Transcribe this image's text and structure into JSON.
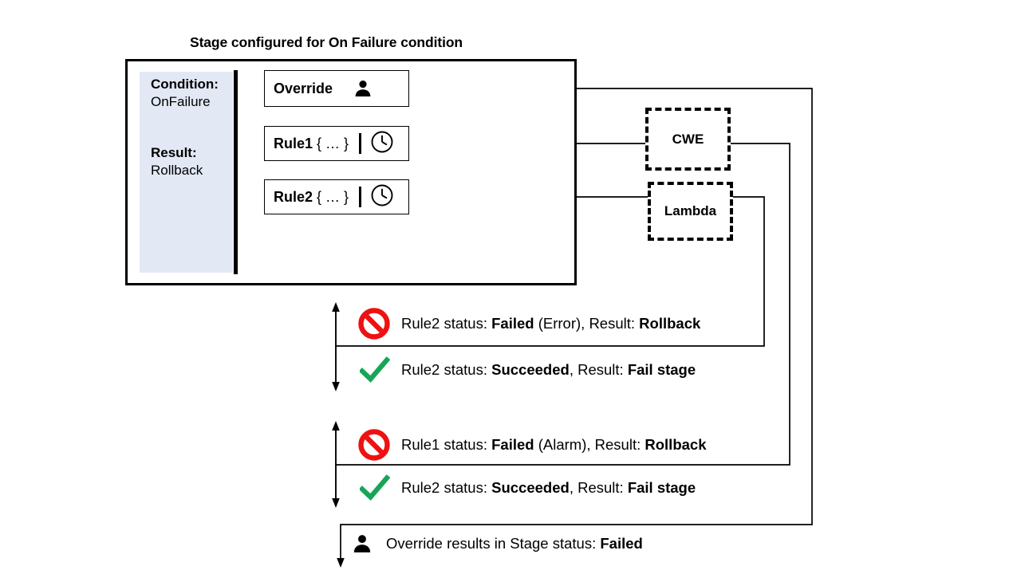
{
  "title": "Stage configured for On Failure condition",
  "stage_panel": {
    "condition_label": "Condition:",
    "condition_value": "OnFailure",
    "result_label": "Result:",
    "result_value": "Rollback"
  },
  "actions": [
    {
      "id": "override",
      "label": "Override",
      "icon": "person-icon"
    },
    {
      "id": "rule1",
      "name": "Rule1",
      "braces": "{ … }",
      "icon": "clock-icon"
    },
    {
      "id": "rule2",
      "name": "Rule2",
      "braces": "{ … }",
      "icon": "clock-icon"
    }
  ],
  "services": [
    {
      "id": "cwe",
      "label": "CWE"
    },
    {
      "id": "lambda",
      "label": "Lambda"
    }
  ],
  "status_rows": [
    {
      "id": "rule2-failed",
      "icon": "prohibited-icon",
      "parts": [
        {
          "text": "Rule2 status: ",
          "bold": false
        },
        {
          "text": "Failed",
          "bold": true
        },
        {
          "text": " (Error), Result: ",
          "bold": false
        },
        {
          "text": "Rollback",
          "bold": true
        }
      ]
    },
    {
      "id": "rule2-succeeded",
      "icon": "check-icon",
      "parts": [
        {
          "text": "Rule2 status: ",
          "bold": false
        },
        {
          "text": "Succeeded",
          "bold": true
        },
        {
          "text": ", Result: ",
          "bold": false
        },
        {
          "text": "Fail stage",
          "bold": true
        }
      ]
    },
    {
      "id": "rule1-failed",
      "icon": "prohibited-icon",
      "parts": [
        {
          "text": "Rule1 status: ",
          "bold": false
        },
        {
          "text": "Failed",
          "bold": true
        },
        {
          "text": " (Alarm), Result: ",
          "bold": false
        },
        {
          "text": "Rollback",
          "bold": true
        }
      ]
    },
    {
      "id": "rule2-succeeded-2",
      "icon": "check-icon",
      "parts": [
        {
          "text": "Rule2 status: ",
          "bold": false
        },
        {
          "text": "Succeeded",
          "bold": true
        },
        {
          "text": ", Result: ",
          "bold": false
        },
        {
          "text": "Fail stage",
          "bold": true
        }
      ]
    },
    {
      "id": "override-result",
      "icon": "person-icon",
      "parts": [
        {
          "text": "Override results in Stage status: ",
          "bold": false
        },
        {
          "text": "Failed",
          "bold": true
        }
      ]
    }
  ],
  "colors": {
    "panel_background": "#e2e8f4",
    "fail_red": "#ee1111",
    "success_green": "#17a558",
    "line": "#000000"
  }
}
